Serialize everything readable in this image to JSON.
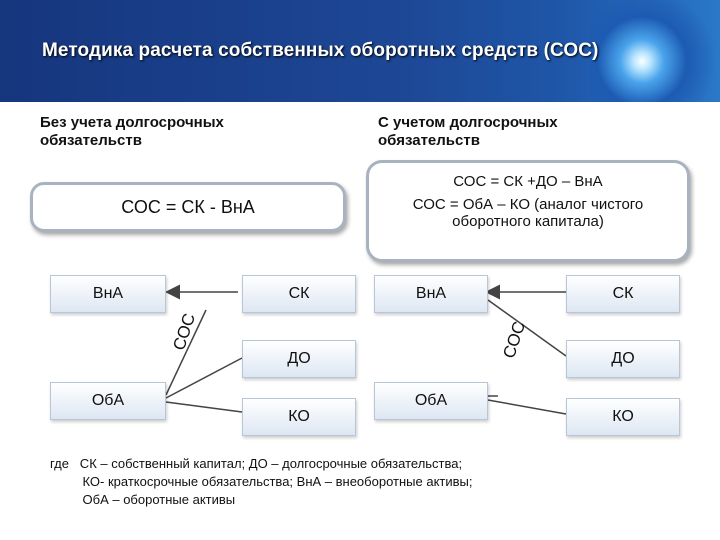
{
  "title": "Методика расчета собственных оборотных средств (СОС)",
  "left_heading": [
    "Без учета долгосрочных",
    "обязательств"
  ],
  "right_heading": [
    "С учетом долгосрочных",
    "обязательств"
  ],
  "left_formula": "СОС = СК - ВнА",
  "right_formulas": [
    "СОС = СК +ДО – ВнА",
    "СОС = ОбА – КО (аналог чистого",
    "оборотного капитала)"
  ],
  "left_diagram": {
    "vna": "ВнА",
    "oba": "ОбА",
    "sk": "СК",
    "do": "ДО",
    "ko": "КО",
    "soc": "СОС"
  },
  "right_diagram": {
    "vna": "ВнА",
    "oba": "ОбА",
    "sk": "СК",
    "do": "ДО",
    "ko": "КО",
    "soc": "СОС"
  },
  "legend": [
    "где   СК – собственный капитал; ДО – долгосрочные обязательства;",
    "         КО- краткосрочные обязательства; ВнА – внеоборотные активы;",
    "         ОбА – оборотные активы"
  ]
}
